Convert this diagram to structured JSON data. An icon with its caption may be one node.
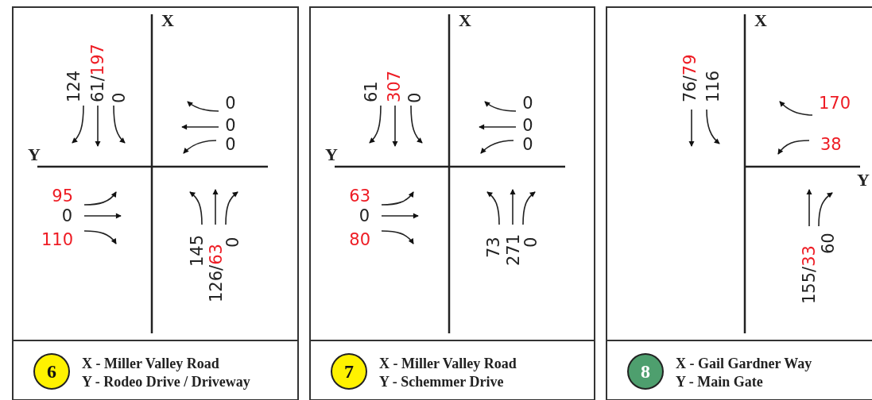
{
  "diagram": {
    "nodes": [
      {
        "text": [
          "X - Miller Valley Road",
          "Y - Rodeo Drive / Driveway"
        ]
      },
      {
        "text": [
          "6"
        ],
        "in": 0
      },
      {
        "text": [
          "X - Miller Valley Road",
          "Y - Schemmer Drive"
        ]
      },
      {
        "text": [
          "7"
        ],
        "in": 2
      },
      {
        "text": [
          "X - Gail Gardner Way",
          "Y - Main Gate"
        ]
      },
      {
        "text": [
          "8"
        ],
        "in": 4
      }
    ],
    "labels": [
      "X",
      "124",
      "61/197",
      "0",
      "0",
      "0",
      "0",
      "Y",
      "95",
      "0",
      "110",
      "145",
      "126/63",
      "0",
      "X",
      "61",
      "307",
      "0",
      "0",
      "0",
      "0",
      "Y",
      "63",
      "0",
      "80",
      "73",
      "271",
      "0",
      "X",
      "76/79",
      "116",
      "170",
      "38",
      "Y",
      "155/33",
      "60"
    ]
  }
}
